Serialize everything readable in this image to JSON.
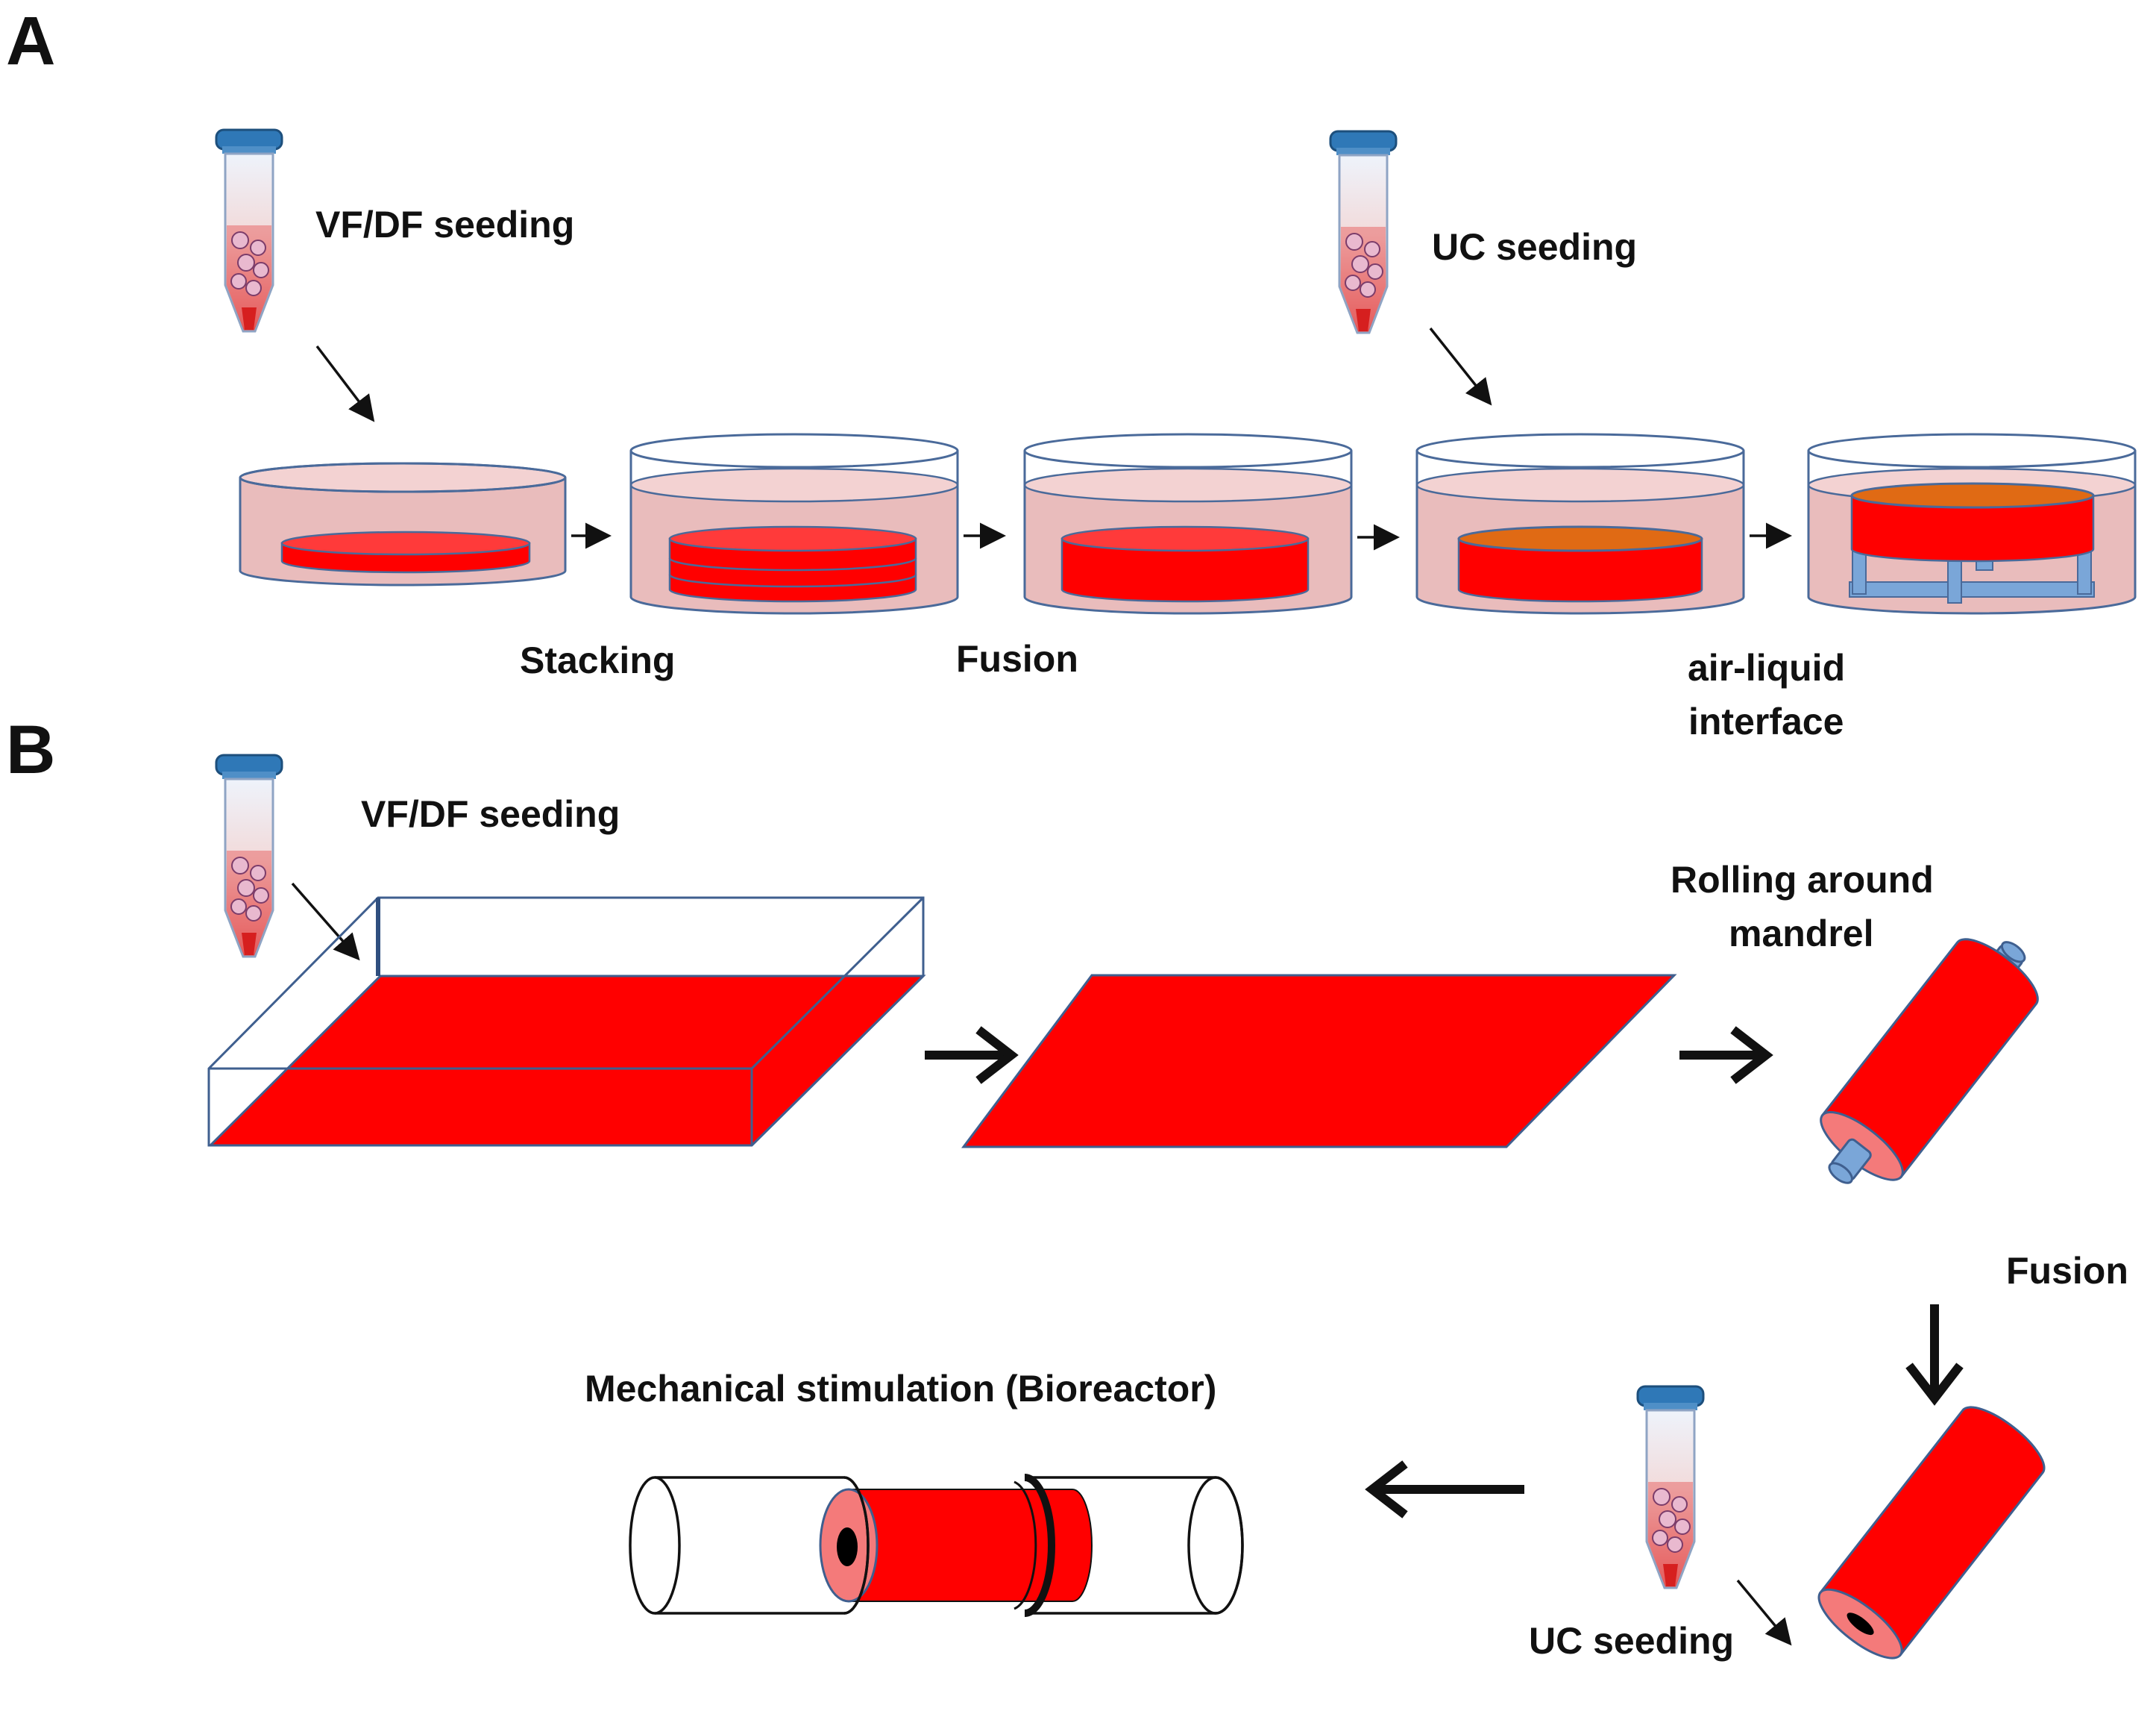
{
  "panel_a": {
    "letter": "A",
    "tube_label_1": "VF/DF seeding",
    "tube_label_2": "UC seeding",
    "step_labels": [
      "Stacking",
      "Fusion"
    ],
    "ali_label_line1": "air-liquid",
    "ali_label_line2": "interface"
  },
  "panel_b": {
    "letter": "B",
    "tube_label_1": "VF/DF seeding",
    "rolling_line1": "Rolling around",
    "rolling_line2": "mandrel",
    "fusion_label": "Fusion",
    "uc_label": "UC seeding",
    "bioreactor_label": "Mechanical stimulation (Bioreactor)"
  },
  "colors": {
    "tissue_red": "#ff0000",
    "medium_pink": "#e9bcbc",
    "dish_outline": "#4a6a9a",
    "cap_blue": "#2f78b7",
    "urothelium_orange": "#e06a14",
    "support_blue": "#7aa6d8",
    "edge_salmon": "#f47a7a",
    "lumen_black": "#000000"
  }
}
